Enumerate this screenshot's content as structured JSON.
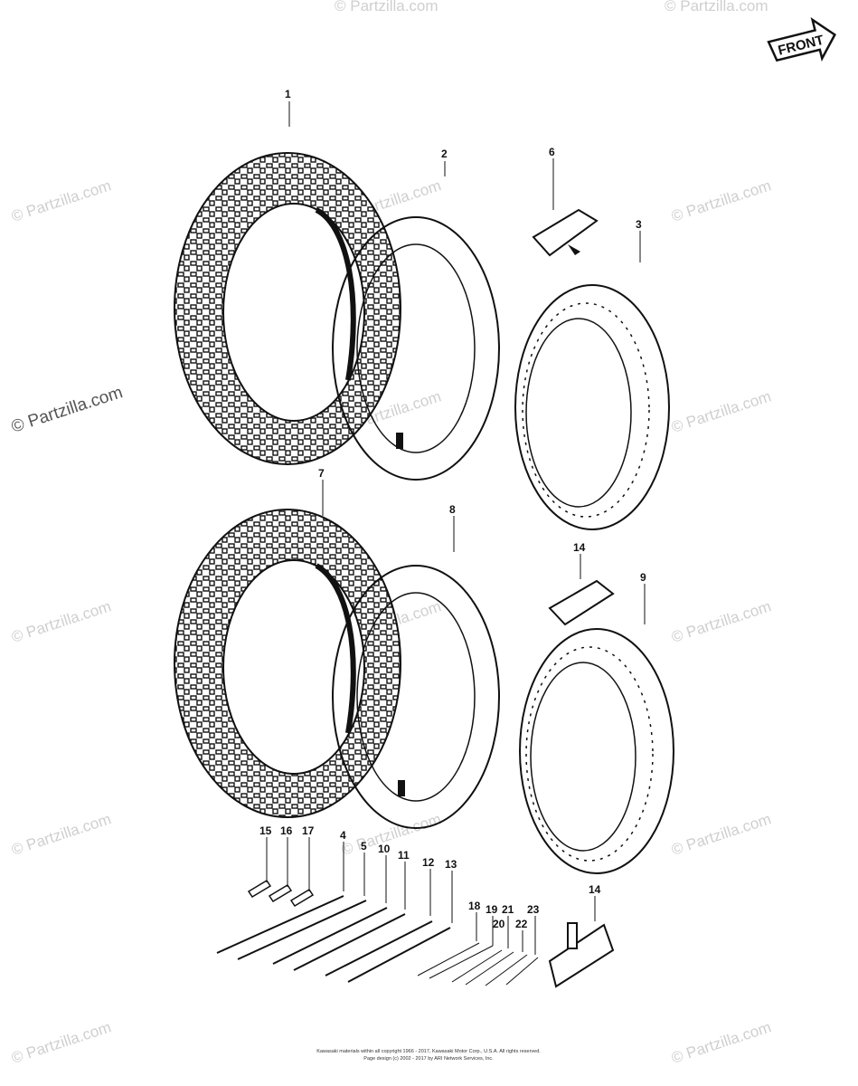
{
  "front_badge": "FRONT",
  "callouts": [
    "1",
    "2",
    "3",
    "4",
    "5",
    "6",
    "7",
    "8",
    "9",
    "10",
    "11",
    "12",
    "13",
    "14",
    "14",
    "15",
    "16",
    "17",
    "18",
    "19",
    "20",
    "21",
    "22",
    "23"
  ],
  "watermarks": [
    "© Partzilla.com",
    "© Partzilla.com",
    "© Partzilla.com",
    "© Partzilla.com",
    "© Partzilla.com",
    "© Partzilla.com",
    "© Partzilla.com",
    "© Partzilla.com",
    "© Partzilla.com",
    "© Partzilla.com",
    "© Partzilla.com",
    "© Partzilla.com",
    "© Partzilla.com",
    "© Partzilla.com",
    "© Partzilla.com",
    "© Partzilla.com"
  ],
  "copyright_line1": "Kawasaki materials within all copyright 1966 - 2017, Kawasaki Motor Corp., U.S.A.  All rights reserved.",
  "copyright_line2": "Page design (c) 2002 - 2017 by ARI Network Services, Inc."
}
